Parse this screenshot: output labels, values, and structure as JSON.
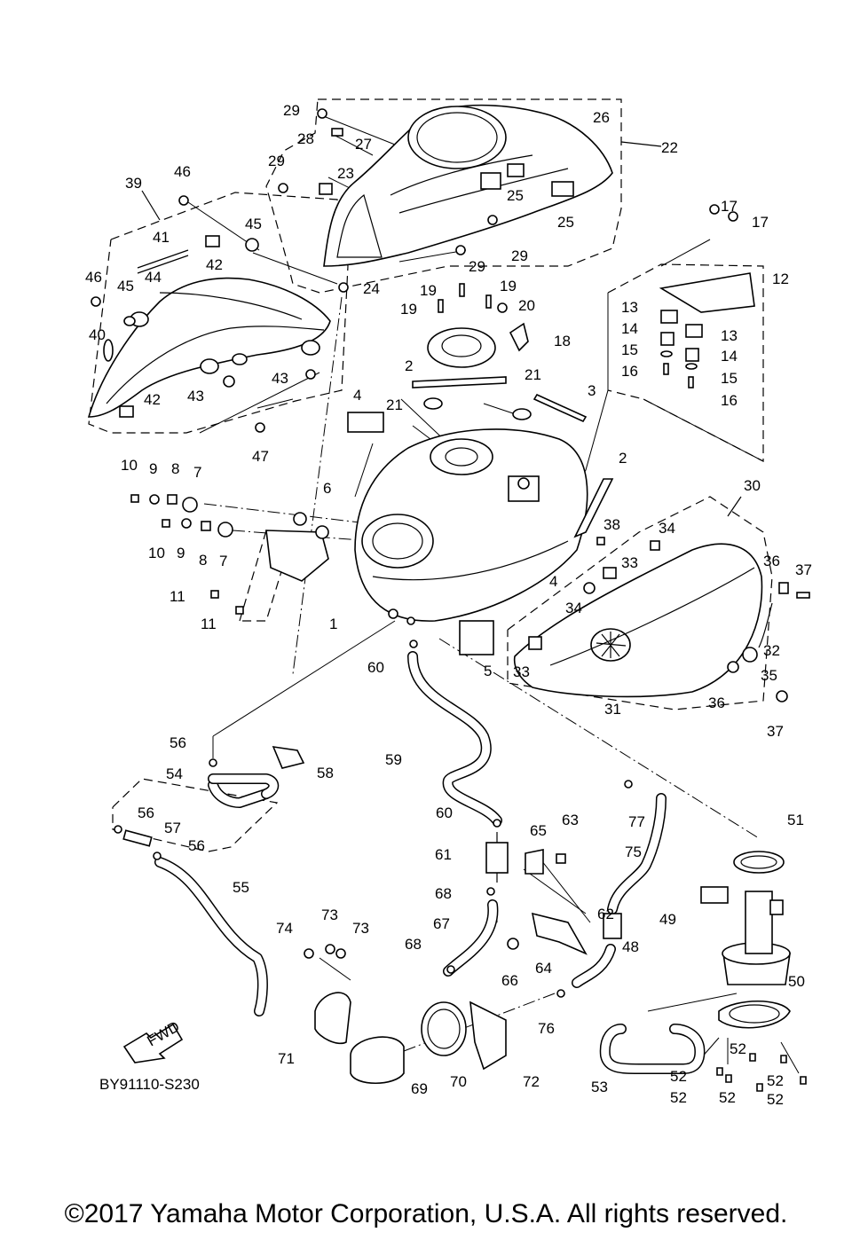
{
  "diagram_code": "BY91110-S230",
  "fwd_label": "FWD",
  "copyright": "©2017 Yamaha Motor Corporation, U.S.A. All rights reserved.",
  "callouts": [
    {
      "n": "29"
    },
    {
      "n": "28"
    },
    {
      "n": "27"
    },
    {
      "n": "26"
    },
    {
      "n": "22"
    },
    {
      "n": "29"
    },
    {
      "n": "23"
    },
    {
      "n": "25"
    },
    {
      "n": "25"
    },
    {
      "n": "39"
    },
    {
      "n": "46"
    },
    {
      "n": "45"
    },
    {
      "n": "41"
    },
    {
      "n": "42"
    },
    {
      "n": "29"
    },
    {
      "n": "29"
    },
    {
      "n": "24"
    },
    {
      "n": "17"
    },
    {
      "n": "17"
    },
    {
      "n": "12"
    },
    {
      "n": "46"
    },
    {
      "n": "45"
    },
    {
      "n": "44"
    },
    {
      "n": "19"
    },
    {
      "n": "19"
    },
    {
      "n": "19"
    },
    {
      "n": "20"
    },
    {
      "n": "13"
    },
    {
      "n": "14"
    },
    {
      "n": "13"
    },
    {
      "n": "40"
    },
    {
      "n": "18"
    },
    {
      "n": "15"
    },
    {
      "n": "14"
    },
    {
      "n": "43"
    },
    {
      "n": "16"
    },
    {
      "n": "15"
    },
    {
      "n": "2"
    },
    {
      "n": "21"
    },
    {
      "n": "3"
    },
    {
      "n": "43"
    },
    {
      "n": "16"
    },
    {
      "n": "42"
    },
    {
      "n": "4"
    },
    {
      "n": "21"
    },
    {
      "n": "47"
    },
    {
      "n": "2"
    },
    {
      "n": "10"
    },
    {
      "n": "9"
    },
    {
      "n": "8"
    },
    {
      "n": "7"
    },
    {
      "n": "30"
    },
    {
      "n": "6"
    },
    {
      "n": "38"
    },
    {
      "n": "34"
    },
    {
      "n": "36"
    },
    {
      "n": "37"
    },
    {
      "n": "10"
    },
    {
      "n": "9"
    },
    {
      "n": "8"
    },
    {
      "n": "7"
    },
    {
      "n": "33"
    },
    {
      "n": "4"
    },
    {
      "n": "11"
    },
    {
      "n": "34"
    },
    {
      "n": "11"
    },
    {
      "n": "1"
    },
    {
      "n": "32"
    },
    {
      "n": "60"
    },
    {
      "n": "5"
    },
    {
      "n": "33"
    },
    {
      "n": "35"
    },
    {
      "n": "36"
    },
    {
      "n": "31"
    },
    {
      "n": "37"
    },
    {
      "n": "56"
    },
    {
      "n": "59"
    },
    {
      "n": "54"
    },
    {
      "n": "58"
    },
    {
      "n": "77"
    },
    {
      "n": "60"
    },
    {
      "n": "56"
    },
    {
      "n": "63"
    },
    {
      "n": "51"
    },
    {
      "n": "57"
    },
    {
      "n": "65"
    },
    {
      "n": "56"
    },
    {
      "n": "61"
    },
    {
      "n": "75"
    },
    {
      "n": "55"
    },
    {
      "n": "68"
    },
    {
      "n": "62"
    },
    {
      "n": "49"
    },
    {
      "n": "73"
    },
    {
      "n": "67"
    },
    {
      "n": "74"
    },
    {
      "n": "73"
    },
    {
      "n": "48"
    },
    {
      "n": "68"
    },
    {
      "n": "64"
    },
    {
      "n": "66"
    },
    {
      "n": "50"
    },
    {
      "n": "76"
    },
    {
      "n": "71"
    },
    {
      "n": "70"
    },
    {
      "n": "72"
    },
    {
      "n": "53"
    },
    {
      "n": "52"
    },
    {
      "n": "52"
    },
    {
      "n": "69"
    },
    {
      "n": "52"
    },
    {
      "n": "52"
    },
    {
      "n": "52"
    },
    {
      "n": "52"
    }
  ]
}
